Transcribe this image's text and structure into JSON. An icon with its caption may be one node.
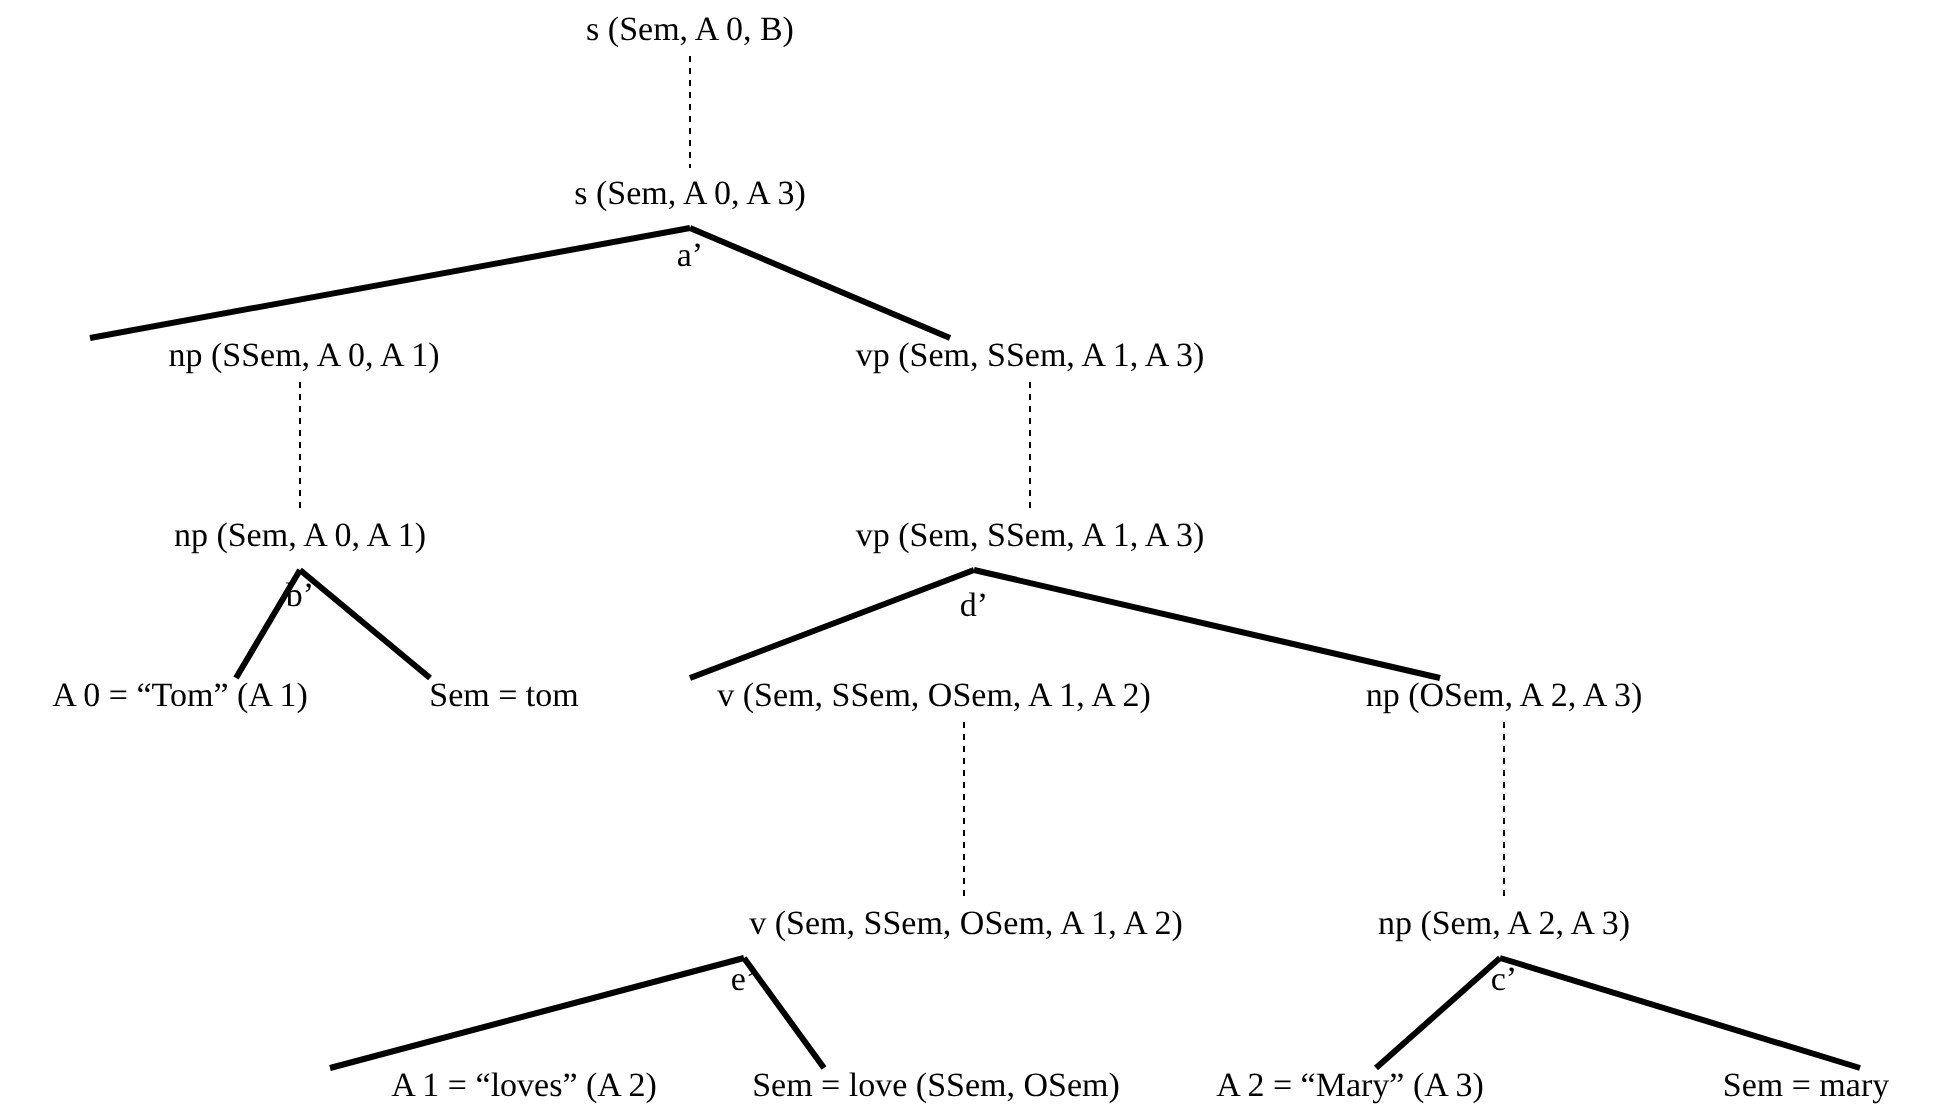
{
  "diagram": {
    "nodes": [
      {
        "text": [
          "s (Sem, A 0, B)"
        ]
      },
      {
        "text": [
          "s (Sem, A 0, A 3)"
        ]
      },
      {
        "text": [
          "np (SSem, A 0, A 1)"
        ]
      },
      {
        "text": [
          "vp (Sem, SSem, A 1, A 3)"
        ]
      },
      {
        "text": [
          "np (Sem, A 0, A 1)"
        ]
      },
      {
        "text": [
          "vp (Sem, SSem, A 1, A 3)"
        ]
      },
      {
        "text": [
          "A 0 = “Tom” (A 1)"
        ]
      },
      {
        "text": [
          "Sem = tom"
        ]
      },
      {
        "text": [
          "v (Sem, SSem, OSem, A 1, A 2)"
        ]
      },
      {
        "text": [
          "np (OSem, A 2, A 3)"
        ]
      },
      {
        "text": [
          "v (Sem, SSem, OSem, A 1, A 2)"
        ]
      },
      {
        "text": [
          "np (Sem, A 2, A 3)"
        ]
      },
      {
        "text": [
          "A 1 = “loves” (A 2)"
        ]
      },
      {
        "text": [
          "Sem = love (SSem, OSem)"
        ]
      },
      {
        "text": [
          "A 2 = “Mary” (A 3)"
        ]
      },
      {
        "text": [
          "Sem = mary"
        ]
      }
    ],
    "edges": [
      {
        "from": 0,
        "to": 1,
        "arrow": "none",
        "style": "dashed"
      },
      {
        "from": 1,
        "to": 2,
        "arrow": "none"
      },
      {
        "from": 1,
        "to": 3,
        "arrow": "none"
      },
      {
        "from": 2,
        "to": 4,
        "arrow": "none",
        "style": "dashed"
      },
      {
        "from": 3,
        "to": 5,
        "arrow": "none",
        "style": "dashed"
      },
      {
        "from": 4,
        "to": 6,
        "arrow": "none"
      },
      {
        "from": 4,
        "to": 7,
        "arrow": "none"
      },
      {
        "from": 5,
        "to": 8,
        "arrow": "none"
      },
      {
        "from": 5,
        "to": 9,
        "arrow": "none"
      },
      {
        "from": 8,
        "to": 10,
        "arrow": "none",
        "style": "dashed"
      },
      {
        "from": 9,
        "to": 11,
        "arrow": "none",
        "style": "dashed"
      },
      {
        "from": 10,
        "to": 12,
        "arrow": "none"
      },
      {
        "from": 10,
        "to": 13,
        "arrow": "none"
      },
      {
        "from": 11,
        "to": 14,
        "arrow": "none"
      },
      {
        "from": 11,
        "to": 15,
        "arrow": "none"
      }
    ],
    "labels": [
      "a’",
      "b’",
      "d’",
      "e’",
      "c’"
    ]
  }
}
